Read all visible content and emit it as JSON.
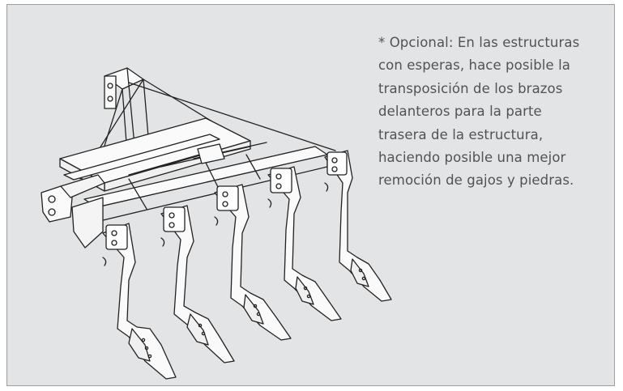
{
  "note": {
    "lines": [
      "* Opcional: En las estructuras",
      "con esperas, hace posible la",
      "transposición de los brazos",
      "delanteros para la parte",
      "trasera de la estructura,",
      "haciendo posible una mejor",
      "remoción de gajos y piedras."
    ]
  },
  "colors": {
    "panel_background": "#e3e4e5",
    "panel_border": "#9b9d9f",
    "text": "#505354",
    "line_art": "#222222"
  },
  "illustration": {
    "subject": "subsoiler-cultivator-line-drawing"
  }
}
